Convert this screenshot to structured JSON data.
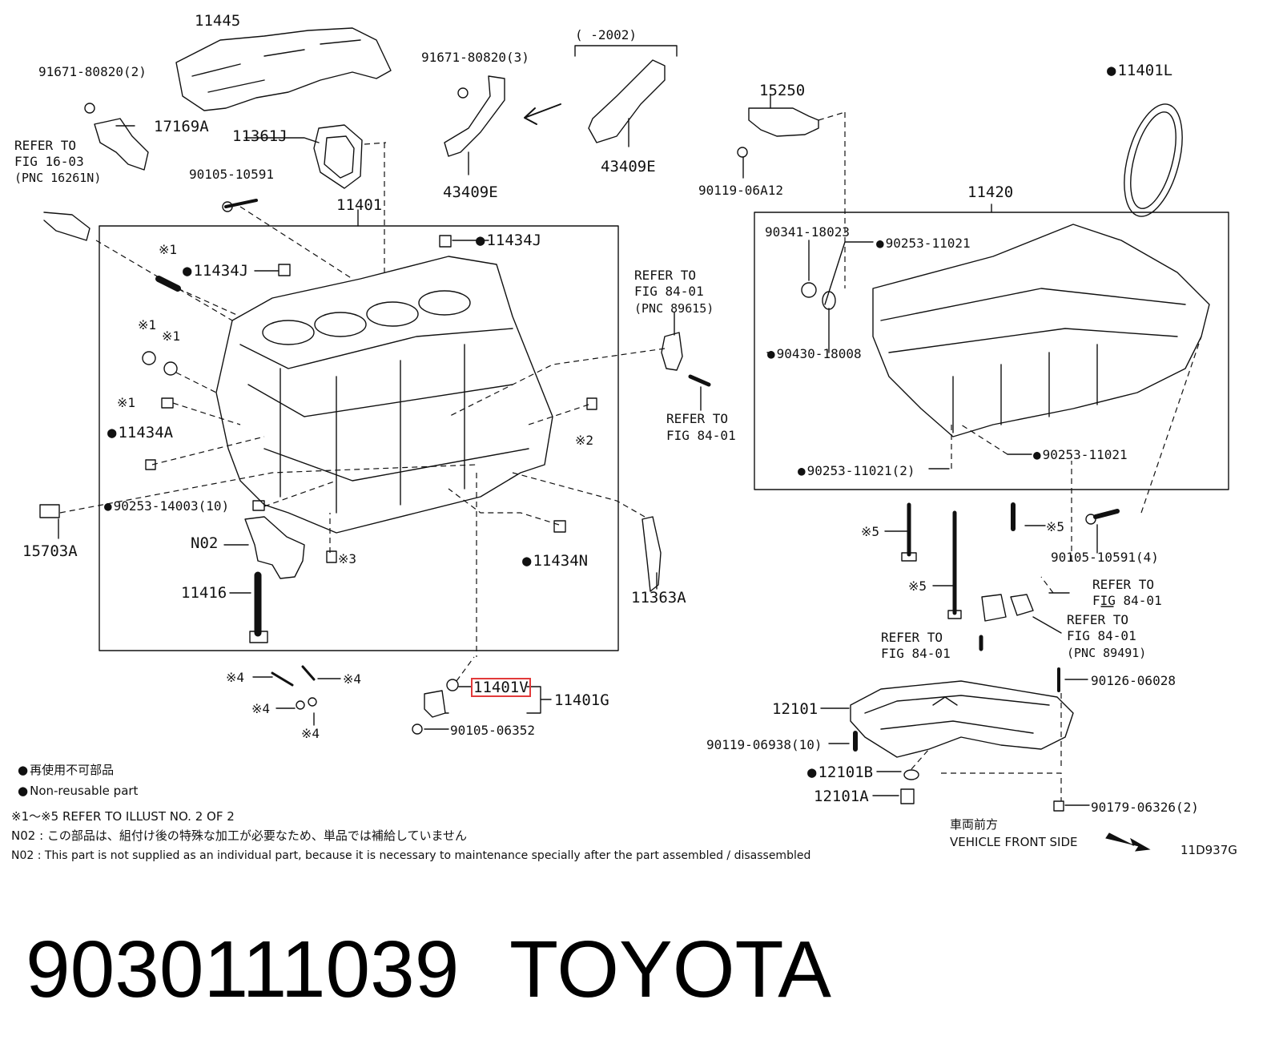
{
  "labels": {
    "p11445": "11445",
    "p91671_2": "91671-80820(2)",
    "p17169a": "17169A",
    "refer1603_l1": "REFER TO",
    "refer1603_l2": "FIG 16-03",
    "refer1603_l3": "(PNC 16261N)",
    "p11361j": "11361J",
    "p90105_10591": "90105-10591",
    "p11401": "11401",
    "p91671_3": "91671-80820(3)",
    "p2002": "(    -2002)",
    "p43409e_a": "43409E",
    "p43409e_b": "43409E",
    "p15250": "15250",
    "p90119_06a12": "90119-06A12",
    "p11401l": "11401L",
    "p11420": "11420",
    "p11434j_top": "11434J",
    "p11434j_left": "11434J",
    "refer8401a_l1": "REFER TO",
    "refer8401a_l2": "FIG 84-01",
    "refer8401a_l3": "(PNC 89615)",
    "refer8401b_l1": "REFER TO",
    "refer8401b_l2": "FIG 84-01",
    "p90341": "90341-18023",
    "p90253_11021_a": "90253-11021",
    "p90430": "90430-18008",
    "p90253_11021_b": "90253-11021",
    "p90253_11021_2": "90253-11021(2)",
    "m1_a": "※1",
    "m1_b": "※1",
    "m1_c": "※1",
    "m1_d": "※1",
    "m2": "※2",
    "m3": "※3",
    "m4_a": "※4",
    "m4_b": "※4",
    "m4_c": "※4",
    "m4_d": "※4",
    "m5_a": "※5",
    "m5_b": "※5",
    "m5_c": "※5",
    "p11434a": "11434A",
    "p90253_14003": "90253-14003(10)",
    "p15703a": "15703A",
    "n02": "N02",
    "p11434n": "11434N",
    "p11416": "11416",
    "p11363a": "11363A",
    "p90105_10591_4": "90105-10591(4)",
    "refer8401c_l1": "REFER TO",
    "refer8401c_l2": "FIG 84-01",
    "refer8401d_l1": "REFER TO",
    "refer8401d_l2": "FIG 84-01",
    "refer8401d_l3": "(PNC 89491)",
    "refer8401e_l1": "REFER TO",
    "refer8401e_l2": "FIG 84-01",
    "p11401v": "11401V",
    "p11401g": "11401G",
    "p90105_06352": "90105-06352",
    "p90126": "90126-06028",
    "p12101": "12101",
    "p90119_06938": "90119-06938(10)",
    "p12101b": "12101B",
    "p12101a": "12101A",
    "p90179": "90179-06326(2)"
  },
  "notes": {
    "legend_jp": "再使用不可部品",
    "legend_en": "Non-reusable part",
    "refer_illust": "※1～※5  REFER TO ILLUST NO. 2 OF 2",
    "n02_jp": "N02 : この部品は、組付け後の特殊な加工が必要なため、単品では補給していません",
    "n02_en": "N02 : This part is not supplied as an individual part, because it is necessary to maintenance specially after the part assembled / disassembled",
    "front_jp": "車両前方",
    "front_en": "VEHICLE FRONT SIDE",
    "code": "11D937G"
  },
  "footer": {
    "part_number": "9030111039",
    "brand": "TOYOTA"
  },
  "colors": {
    "highlight": "#e23a3a",
    "ink": "#111111"
  }
}
